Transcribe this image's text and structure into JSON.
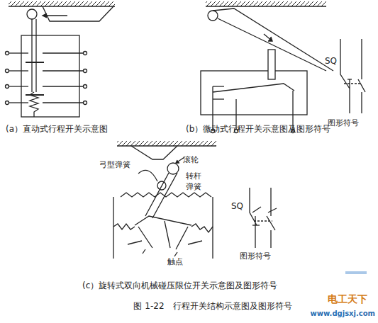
{
  "diagram": {
    "caption": "图 1-22　行程开关结构示意图及图形符号",
    "labels": [
      "(a）直动式行程开关示意图",
      "(b）微动式行程开关示意图及图形符号",
      "SQ",
      "图形符号",
      "滚轮",
      "弓型弹簧",
      "转杆",
      "弹簧",
      "触点",
      "SQ",
      "图形符号",
      "(c）旋转式双向机械碰压限位开关示意图及图形符号",
      "电工天下",
      "www.dgjsxj.com"
    ]
  }
}
